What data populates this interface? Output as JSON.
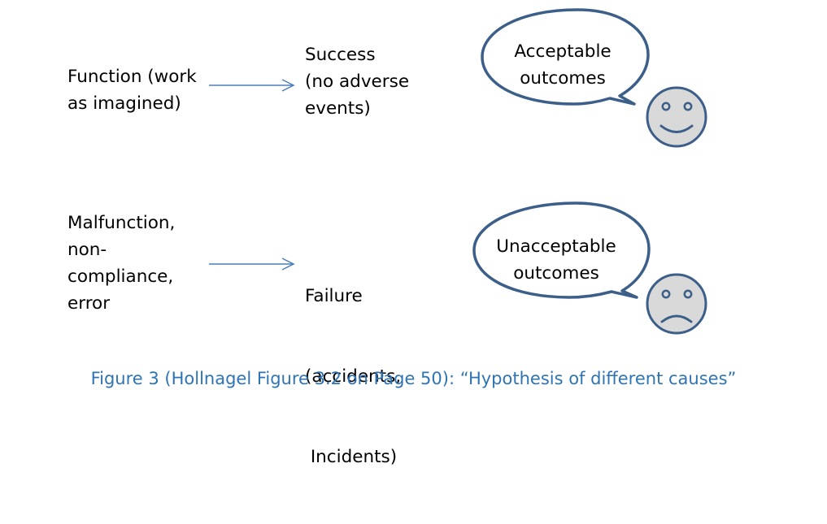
{
  "colors": {
    "arrow": "#4a7ebb",
    "bubble_stroke": "#3c5f8a",
    "face_fill": "#d9d9d9",
    "face_stroke": "#3c5f8a",
    "caption": "#2e74b5"
  },
  "rows": [
    {
      "cause_lines": [
        "Function (work",
        "as imagined)"
      ],
      "effect_lines": [
        "Success",
        "(no adverse",
        "events)"
      ],
      "bubble_lines": [
        "Acceptable",
        "outcomes"
      ],
      "face": "smiley-face-icon"
    },
    {
      "cause_lines": [
        "Malfunction,",
        "non-",
        "compliance,",
        "error"
      ],
      "effect_lines": [
        "Failure",
        "(accidents,",
        " Incidents)"
      ],
      "bubble_lines": [
        "Unacceptable",
        "outcomes"
      ],
      "face": "frowning-face-icon"
    }
  ],
  "caption": "Figure 3 (Hollnagel Figure 3.2 on Page 50): “Hypothesis of different causes”"
}
